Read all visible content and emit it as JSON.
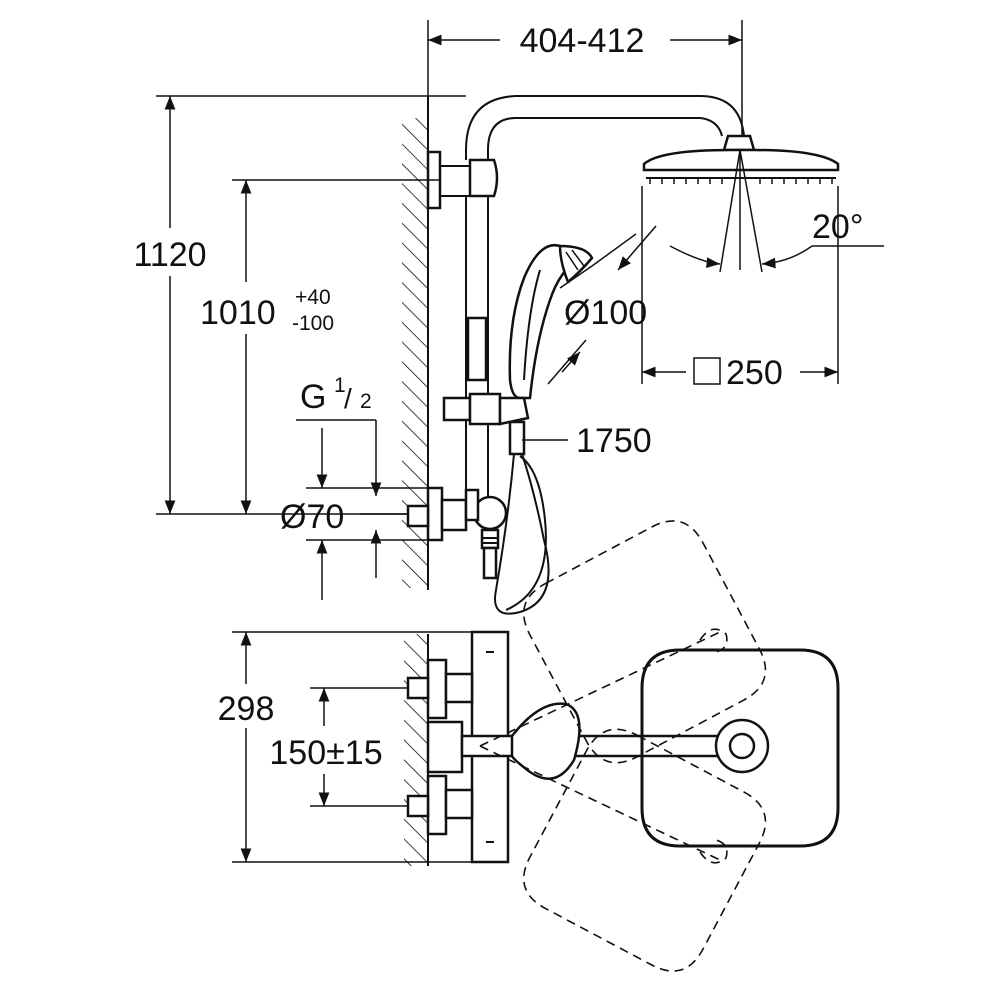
{
  "dimensions": {
    "width_range": "404-412",
    "total_height": "1120",
    "rail_height": "1010",
    "rail_tol_plus": "+40",
    "rail_tol_minus": "-100",
    "thread_prefix": "G",
    "thread_num": "1",
    "thread_slash": "/",
    "thread_den": "2",
    "rosette_diameter": "Ø70",
    "spray_angle": "20°",
    "hand_shower_diameter": "Ø100",
    "head_size_symbol": "□",
    "head_size": "250",
    "hose_length": "1750",
    "projection": "298",
    "centers": "150±15"
  }
}
